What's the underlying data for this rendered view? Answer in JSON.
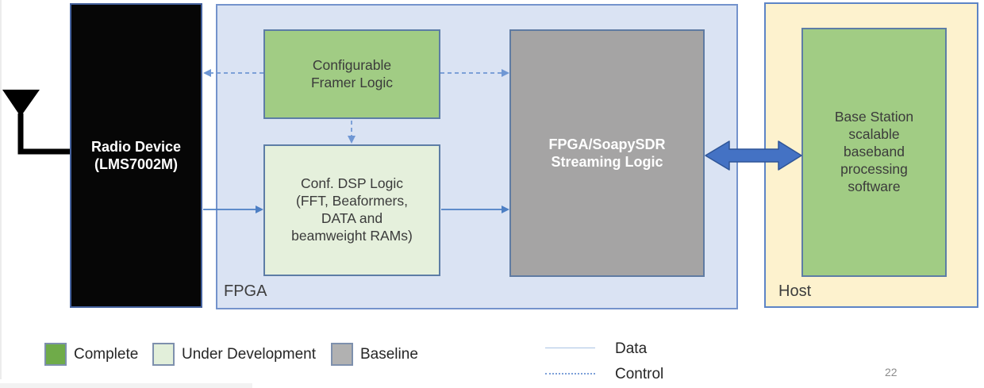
{
  "diagram": {
    "radio_device": {
      "line1": "Radio Device",
      "line2": "(LMS7002M)"
    },
    "fpga": {
      "label": "FPGA",
      "framer": {
        "line1": "Configurable",
        "line2": "Framer Logic"
      },
      "dsp": {
        "line1": "Conf. DSP Logic",
        "line2": "(FFT, Beaformers,",
        "line3": "DATA and",
        "line4": "beamweight RAMs)"
      },
      "streaming": {
        "line1": "FPGA/SoapySDR",
        "line2": "Streaming Logic"
      }
    },
    "host": {
      "label": "Host",
      "software": {
        "line1": "Base Station",
        "line2": "scalable",
        "line3": "baseband",
        "line4": "processing",
        "line5": "software"
      }
    }
  },
  "legend": {
    "complete": "Complete",
    "under_development": "Under Development",
    "baseline": "Baseline",
    "data": "Data",
    "control": "Control"
  },
  "page_number": "22",
  "colors": {
    "complete_green": "#6FAB49",
    "diagram_green": "#A1CC84",
    "under_development_green": "#E2EFDA",
    "baseline_gray": "#B1B1B1",
    "streaming_gray": "#A5A4A4",
    "fpga_fill": "#DAE3F3",
    "host_fill": "#FDF2CE",
    "arrow_blue": "#4472C4",
    "radio_black": "#060606"
  }
}
